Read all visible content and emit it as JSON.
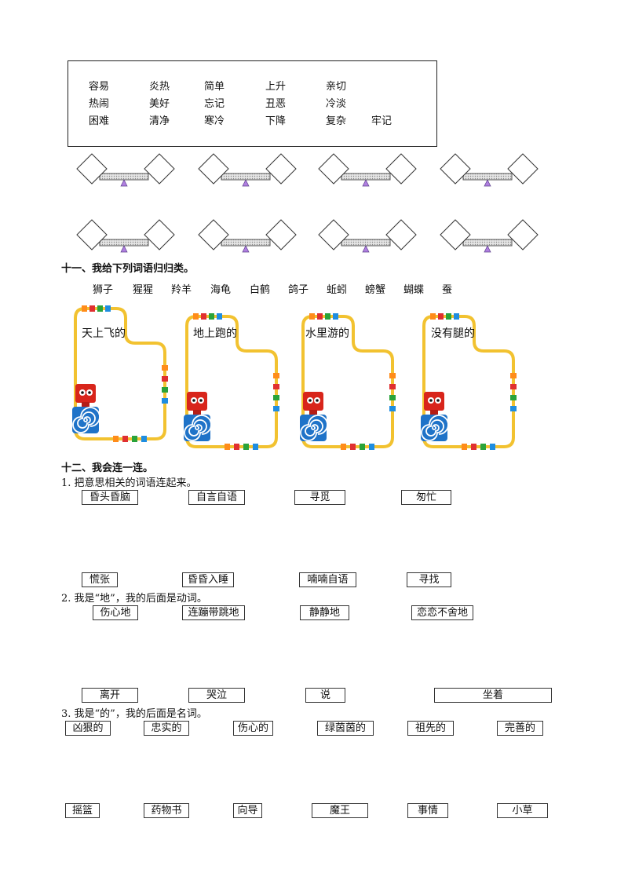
{
  "word_grid": [
    [
      "容易",
      "炎热",
      "简单",
      "上升",
      "亲切",
      ""
    ],
    [
      "热闹",
      "美好",
      "忘记",
      "丑恶",
      "冷淡",
      ""
    ],
    [
      "困难",
      "清净",
      "寒冷",
      "下降",
      "复杂",
      "牢记"
    ]
  ],
  "section11": {
    "title": "十一、我给下列词语归归类。",
    "animals": [
      "狮子",
      "猩猩",
      "羚羊",
      "海龟",
      "白鹤",
      "鸽子",
      "蚯蚓",
      "螃蟹",
      "蝴蝶",
      "蚕"
    ],
    "categories": [
      "天上飞的",
      "地上跑的",
      "水里游的",
      "没有腿的"
    ]
  },
  "section12": {
    "title": "十二、我会连一连。",
    "q1": {
      "prompt": "1. 把意思相关的词语连起来。",
      "top": [
        "昏头昏脑",
        "自言自语",
        "寻觅",
        "匆忙"
      ],
      "bottom": [
        "慌张",
        "昏昏入睡",
        "喃喃自语",
        "寻找"
      ]
    },
    "q2": {
      "prompt": "2. 我是“地”，我的后面是动词。",
      "top": [
        "伤心地",
        "连蹦带跳地",
        "静静地",
        "恋恋不舍地"
      ],
      "bottom": [
        "离开",
        "哭泣",
        "说",
        "坐着"
      ]
    },
    "q3": {
      "prompt": "3. 我是“的”，我的后面是名词。",
      "top": [
        "凶狠的",
        "忠实的",
        "伤心的",
        "绿茵茵的",
        "祖先的",
        "完善的"
      ],
      "bottom": [
        "摇篮",
        "药物书",
        "向导",
        "魔王",
        "事情",
        "小草"
      ]
    }
  },
  "colors": {
    "track": "#f2c230",
    "robot": "#d8251b",
    "spiral": "#1f73c8",
    "fulcrum": "#b07fe0"
  }
}
